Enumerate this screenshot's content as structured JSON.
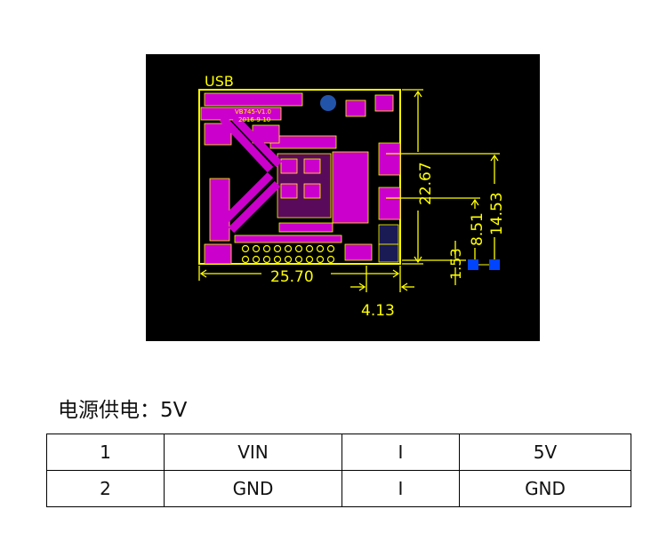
{
  "pcb": {
    "usb_label": "USB",
    "board_text": [
      "VB745-V1.0",
      "2016-9-10"
    ],
    "dimensions": {
      "width_total": "25.70",
      "offset_right": "4.13",
      "height_total": "22.67",
      "pin1_height": "14.53",
      "pin2_height": "8.51",
      "pin_offset": "1.53"
    },
    "colors": {
      "background": "#000000",
      "outline": "#ffff00",
      "copper": "#cc00cc",
      "pads": "#0044ff"
    }
  },
  "power": {
    "label": "电源供电：5V"
  },
  "pin_table": [
    [
      "1",
      "VIN",
      "I",
      "5V"
    ],
    [
      "2",
      "GND",
      "I",
      "GND"
    ]
  ]
}
